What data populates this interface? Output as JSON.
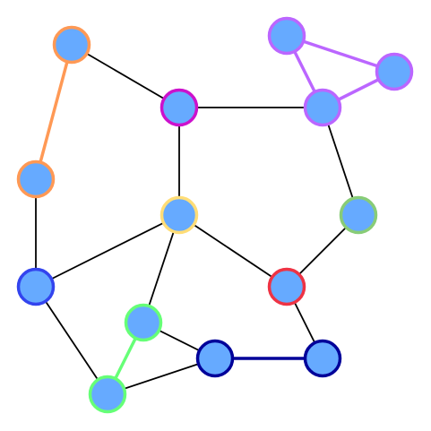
{
  "graph": {
    "node_fill": "#66aaff",
    "nodes": [
      {
        "id": "n1",
        "stroke": "#ff9955"
      },
      {
        "id": "n2",
        "stroke": "#ff9955"
      },
      {
        "id": "n3",
        "stroke": "#cc11cc"
      },
      {
        "id": "n4",
        "stroke": "#bb66ff"
      },
      {
        "id": "n5",
        "stroke": "#bb66ff"
      },
      {
        "id": "n6",
        "stroke": "#bb66ff"
      },
      {
        "id": "n7",
        "stroke": "#ffdd77"
      },
      {
        "id": "n8",
        "stroke": "#88cc77"
      },
      {
        "id": "n9",
        "stroke": "#3344ee"
      },
      {
        "id": "n10",
        "stroke": "#ee3344"
      },
      {
        "id": "n11",
        "stroke": "#66ff77"
      },
      {
        "id": "n12",
        "stroke": "#000099"
      },
      {
        "id": "n13",
        "stroke": "#000099"
      },
      {
        "id": "n14",
        "stroke": "#66ff77"
      }
    ],
    "edges": [
      {
        "from": "n1",
        "to": "n2",
        "color": "#ff9955"
      },
      {
        "from": "n1",
        "to": "n3",
        "color": "#000000"
      },
      {
        "from": "n3",
        "to": "n6",
        "color": "#000000"
      },
      {
        "from": "n4",
        "to": "n5",
        "color": "#bb66ff"
      },
      {
        "from": "n4",
        "to": "n6",
        "color": "#bb66ff"
      },
      {
        "from": "n5",
        "to": "n6",
        "color": "#bb66ff"
      },
      {
        "from": "n2",
        "to": "n9",
        "color": "#000000"
      },
      {
        "from": "n3",
        "to": "n7",
        "color": "#000000"
      },
      {
        "from": "n6",
        "to": "n8",
        "color": "#000000"
      },
      {
        "from": "n7",
        "to": "n9",
        "color": "#000000"
      },
      {
        "from": "n7",
        "to": "n10",
        "color": "#000000"
      },
      {
        "from": "n7",
        "to": "n11",
        "color": "#000000"
      },
      {
        "from": "n8",
        "to": "n10",
        "color": "#000000"
      },
      {
        "from": "n9",
        "to": "n14",
        "color": "#000000"
      },
      {
        "from": "n10",
        "to": "n13",
        "color": "#000000"
      },
      {
        "from": "n11",
        "to": "n12",
        "color": "#000000"
      },
      {
        "from": "n11",
        "to": "n14",
        "color": "#66ff77"
      },
      {
        "from": "n12",
        "to": "n13",
        "color": "#000099"
      },
      {
        "from": "n12",
        "to": "n14",
        "color": "#000000"
      }
    ]
  }
}
